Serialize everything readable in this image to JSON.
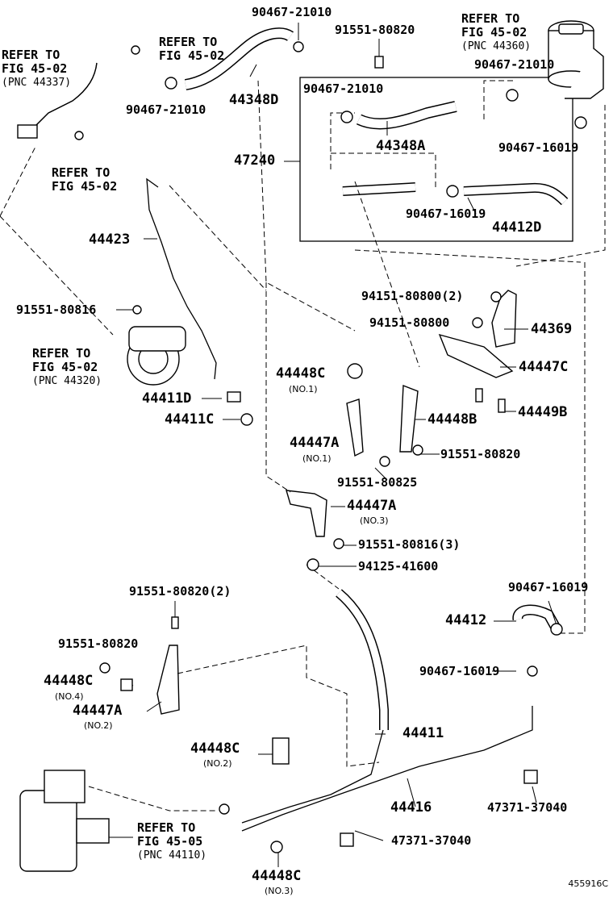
{
  "diagram_id": "455916C",
  "labels": {
    "p_90467_21010_a": "90467-21010",
    "p_91551_80820_a": "91551-80820",
    "p_44348d": "44348D",
    "p_90467_21010_b": "90467-21010",
    "p_90467_21010_c": "90467-21010",
    "p_90467_21010_d": "90467-21010",
    "p_44348a": "44348A",
    "p_47240": "47240",
    "p_90467_16019_a": "90467-16019",
    "p_90467_16019_b": "90467-16019",
    "p_44412d": "44412D",
    "p_44423": "44423",
    "p_91551_80816_a": "91551-80816",
    "p_44411d": "44411D",
    "p_44411c": "44411C",
    "p_94151_80800_2": "94151-80800(2)",
    "p_94151_80800": "94151-80800",
    "p_44369": "44369",
    "p_44447c": "44447C",
    "p_44449b": "44449B",
    "p_44448c_1": "44448C",
    "p_44448c_1_note": "(NO.1)",
    "p_44448b": "44448B",
    "p_44447a_1": "44447A",
    "p_44447a_1_note": "(NO.1)",
    "p_91551_80820_b": "91551-80820",
    "p_91551_80825": "91551-80825",
    "p_44447a_3": "44447A",
    "p_44447a_3_note": "(NO.3)",
    "p_91551_80816_3": "91551-80816(3)",
    "p_94125_41600": "94125-41600",
    "p_91551_80820_2": "91551-80820(2)",
    "p_90467_16019_c": "90467-16019",
    "p_44412": "44412",
    "p_91551_80820_c": "91551-80820",
    "p_44448c_4": "44448C",
    "p_44448c_4_note": "(NO.4)",
    "p_90467_16019_d": "90467-16019",
    "p_44447a_2": "44447A",
    "p_44447a_2_note": "(NO.2)",
    "p_44411": "44411",
    "p_44448c_2": "44448C",
    "p_44448c_2_note": "(NO.2)",
    "p_44416": "44416",
    "p_47371_37040_a": "47371-37040",
    "p_47371_37040_b": "47371-37040",
    "p_44448c_3": "44448C",
    "p_44448c_3_note": "(NO.3)"
  },
  "refs": {
    "ref_44337": {
      "line1": "REFER TO",
      "line2": "FIG 45-02",
      "pnc": "(PNC 44337)"
    },
    "ref_top": {
      "line1": "REFER TO",
      "line2": "FIG 45-02"
    },
    "ref_left": {
      "line1": "REFER TO",
      "line2": "FIG 45-02"
    },
    "ref_44360": {
      "line1": "REFER TO",
      "line2": "FIG 45-02",
      "pnc": "(PNC 44360)"
    },
    "ref_44320": {
      "line1": "REFER TO",
      "line2": "FIG 45-02",
      "pnc": "(PNC 44320)"
    },
    "ref_44110": {
      "line1": "REFER TO",
      "line2": "FIG 45-05",
      "pnc": "(PNC 44110)"
    }
  }
}
